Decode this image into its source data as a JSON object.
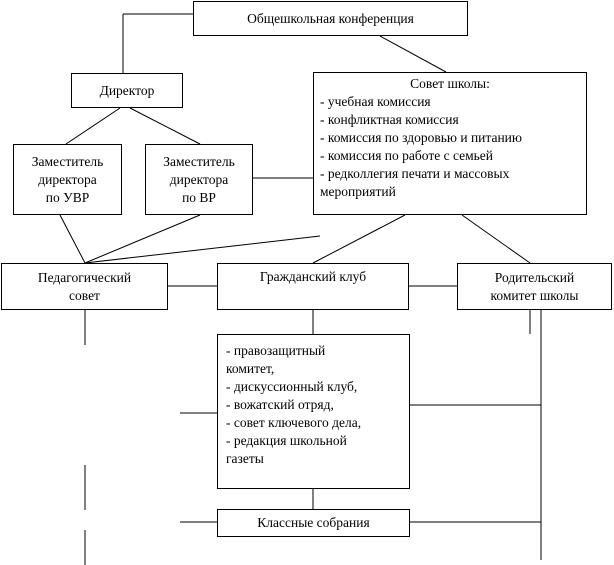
{
  "conference": "Общешкольная конференция",
  "director": "Директор",
  "deputy_uvr": [
    "Заместитель",
    "директора",
    "по УВР"
  ],
  "deputy_vr": [
    "Заместитель",
    "директора",
    "по ВР"
  ],
  "school_council": {
    "title": "Совет школы:",
    "items": [
      "- учебная комиссия",
      "- конфликтная комиссия",
      "- комиссия по здоровью и питанию",
      "- комиссия по работе с семьей",
      "- редколлегия печати и массовых мероприятий"
    ]
  },
  "ped_council": [
    "Педагогический",
    "совет"
  ],
  "civic_club": "Гражданский клуб",
  "parent_committee": [
    "Родительский",
    "комитет школы"
  ],
  "club_units": [
    "- правозащитный",
    "комитет,",
    "- дискуссионный клуб,",
    "- вожатский отряд,",
    "- совет ключевого дела,",
    "- редакция школьной",
    "газеты"
  ],
  "class_meetings": "Классные собрания"
}
